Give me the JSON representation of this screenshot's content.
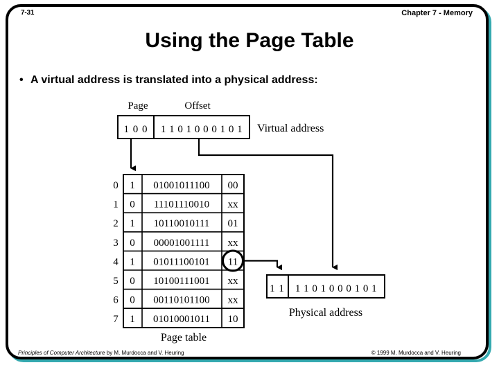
{
  "slide": {
    "number": "7-31",
    "chapter": "Chapter 7 - Memory",
    "title": "Using the Page Table",
    "bullet": "A virtual address is translated into a physical address:",
    "bullet_marker": "•"
  },
  "colors": {
    "accent_teal": "#35aab0",
    "outline_black": "#000000",
    "background": "#ffffff"
  },
  "diagram": {
    "virtual_address": {
      "page_label": "Page",
      "offset_label": "Offset",
      "page_bits": "1 0 0",
      "offset_bits": "1 1 0 1 0 0 0 1 0 1",
      "caption": "Virtual address"
    },
    "page_table": {
      "caption": "Page table",
      "columns": [
        "index",
        "valid",
        "frame_bits",
        "frame"
      ],
      "rows": [
        {
          "index": "0",
          "valid": "1",
          "bits": "01001011100",
          "frame": "00",
          "circled": false
        },
        {
          "index": "1",
          "valid": "0",
          "bits": "11101110010",
          "frame": "xx",
          "circled": false
        },
        {
          "index": "2",
          "valid": "1",
          "bits": "10110010111",
          "frame": "01",
          "circled": false
        },
        {
          "index": "3",
          "valid": "0",
          "bits": "00001001111",
          "frame": "xx",
          "circled": false
        },
        {
          "index": "4",
          "valid": "1",
          "bits": "01011100101",
          "frame": "11",
          "circled": true
        },
        {
          "index": "5",
          "valid": "0",
          "bits": "10100111001",
          "frame": "xx",
          "circled": false
        },
        {
          "index": "6",
          "valid": "0",
          "bits": "00110101100",
          "frame": "xx",
          "circled": false
        },
        {
          "index": "7",
          "valid": "1",
          "bits": "01010001011",
          "frame": "10",
          "circled": false
        }
      ]
    },
    "physical_address": {
      "frame_bits": "1 1",
      "offset_bits": "1 1 0 1 0 0 0 1 0 1",
      "caption": "Physical address"
    }
  },
  "footer": {
    "book_title": "Principles of Computer Architecture",
    "byline": " by M. Murdocca and V. Heuring",
    "copyright": "© 1999 M. Murdocca and V. Heuring"
  }
}
